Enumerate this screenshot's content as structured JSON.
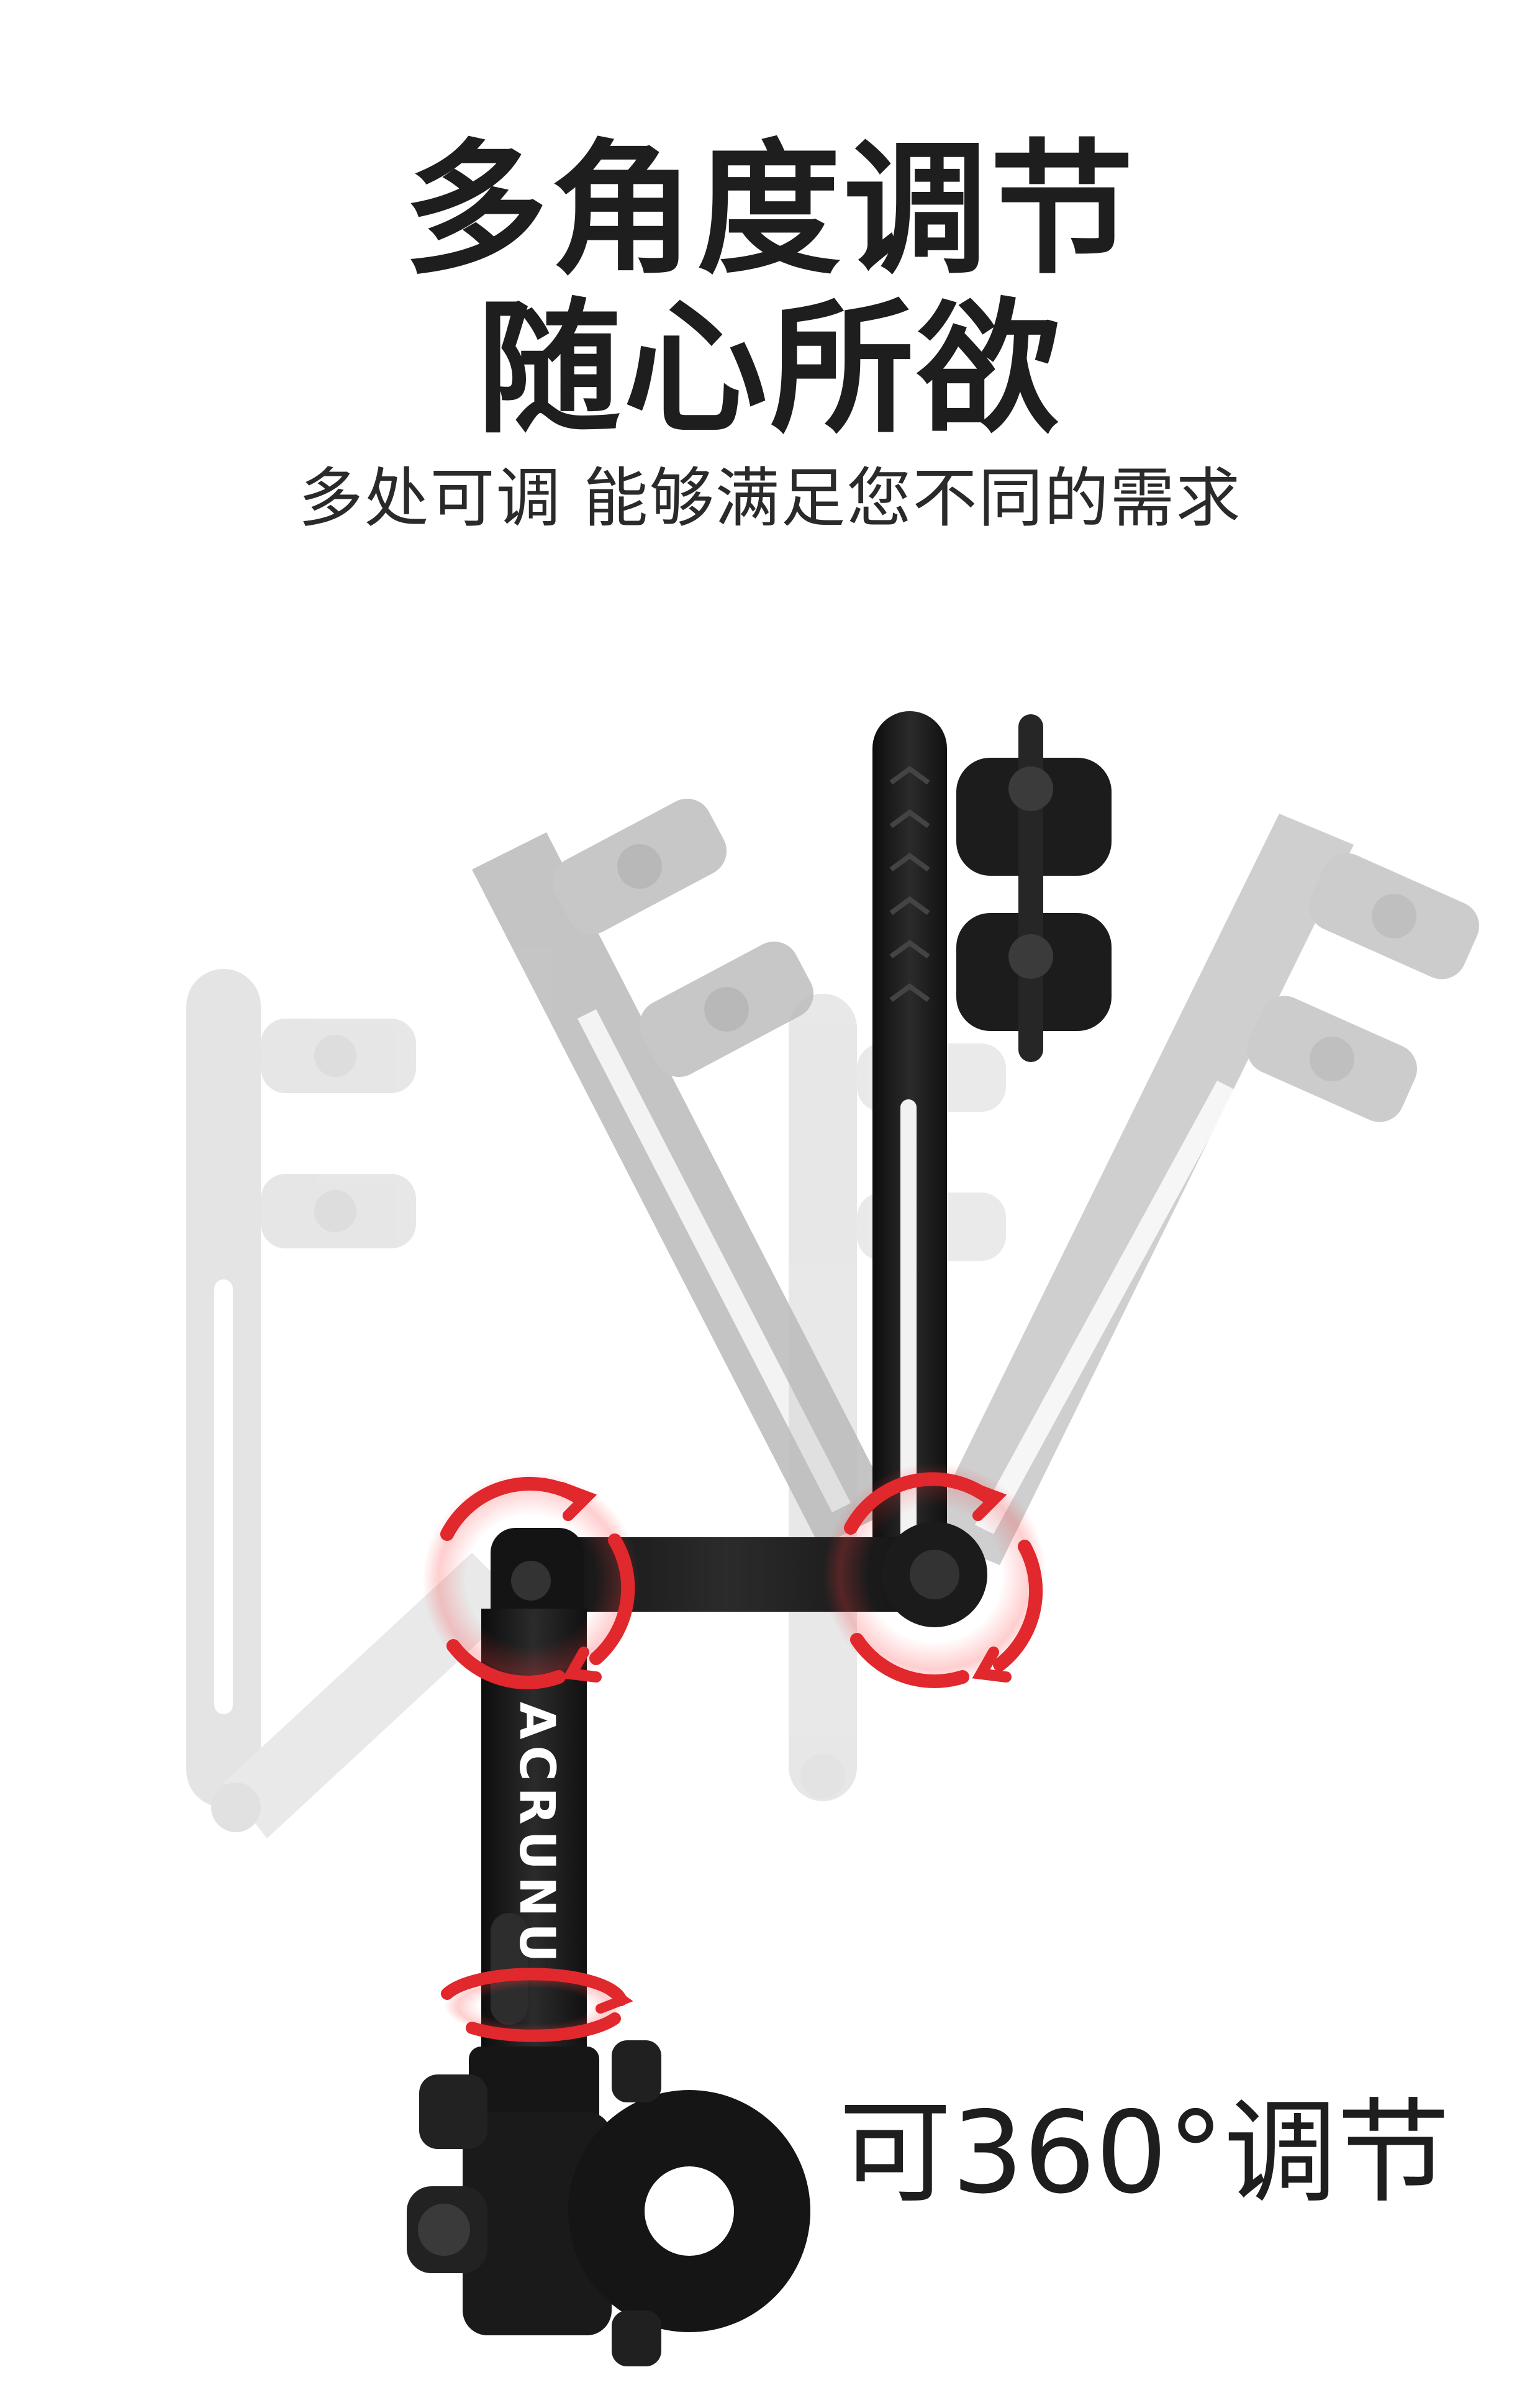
{
  "headline": {
    "line1": "多角度调节",
    "line2": "随心所欲"
  },
  "subtitle": "多处可调 能够满足您不同的需求",
  "caption": "可360°调节",
  "product": {
    "brand_logo": "ACRUNU",
    "rotation_indicator_color": "#e0282d",
    "ghost_color": "#bfbfbf",
    "arm_color": "#1a1a1a"
  }
}
